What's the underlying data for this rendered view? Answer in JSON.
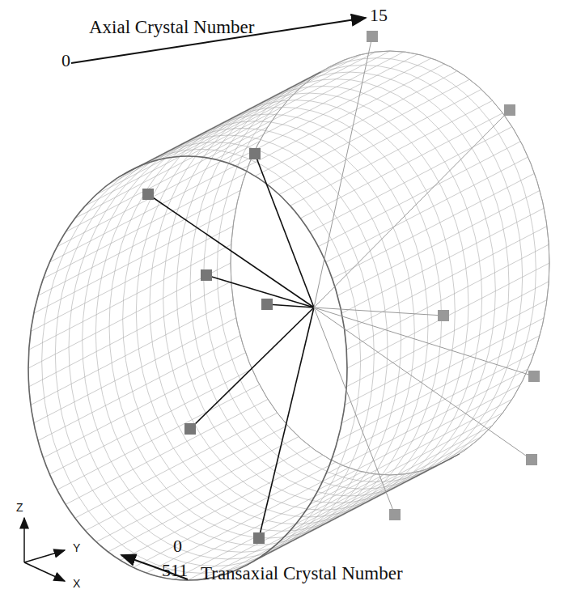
{
  "diagram": {
    "labels": [
      "Axial Crystal Number",
      "15",
      "0",
      "Z",
      "Y",
      "X",
      "0",
      "511",
      "Transaxial Crystal Number"
    ]
  }
}
